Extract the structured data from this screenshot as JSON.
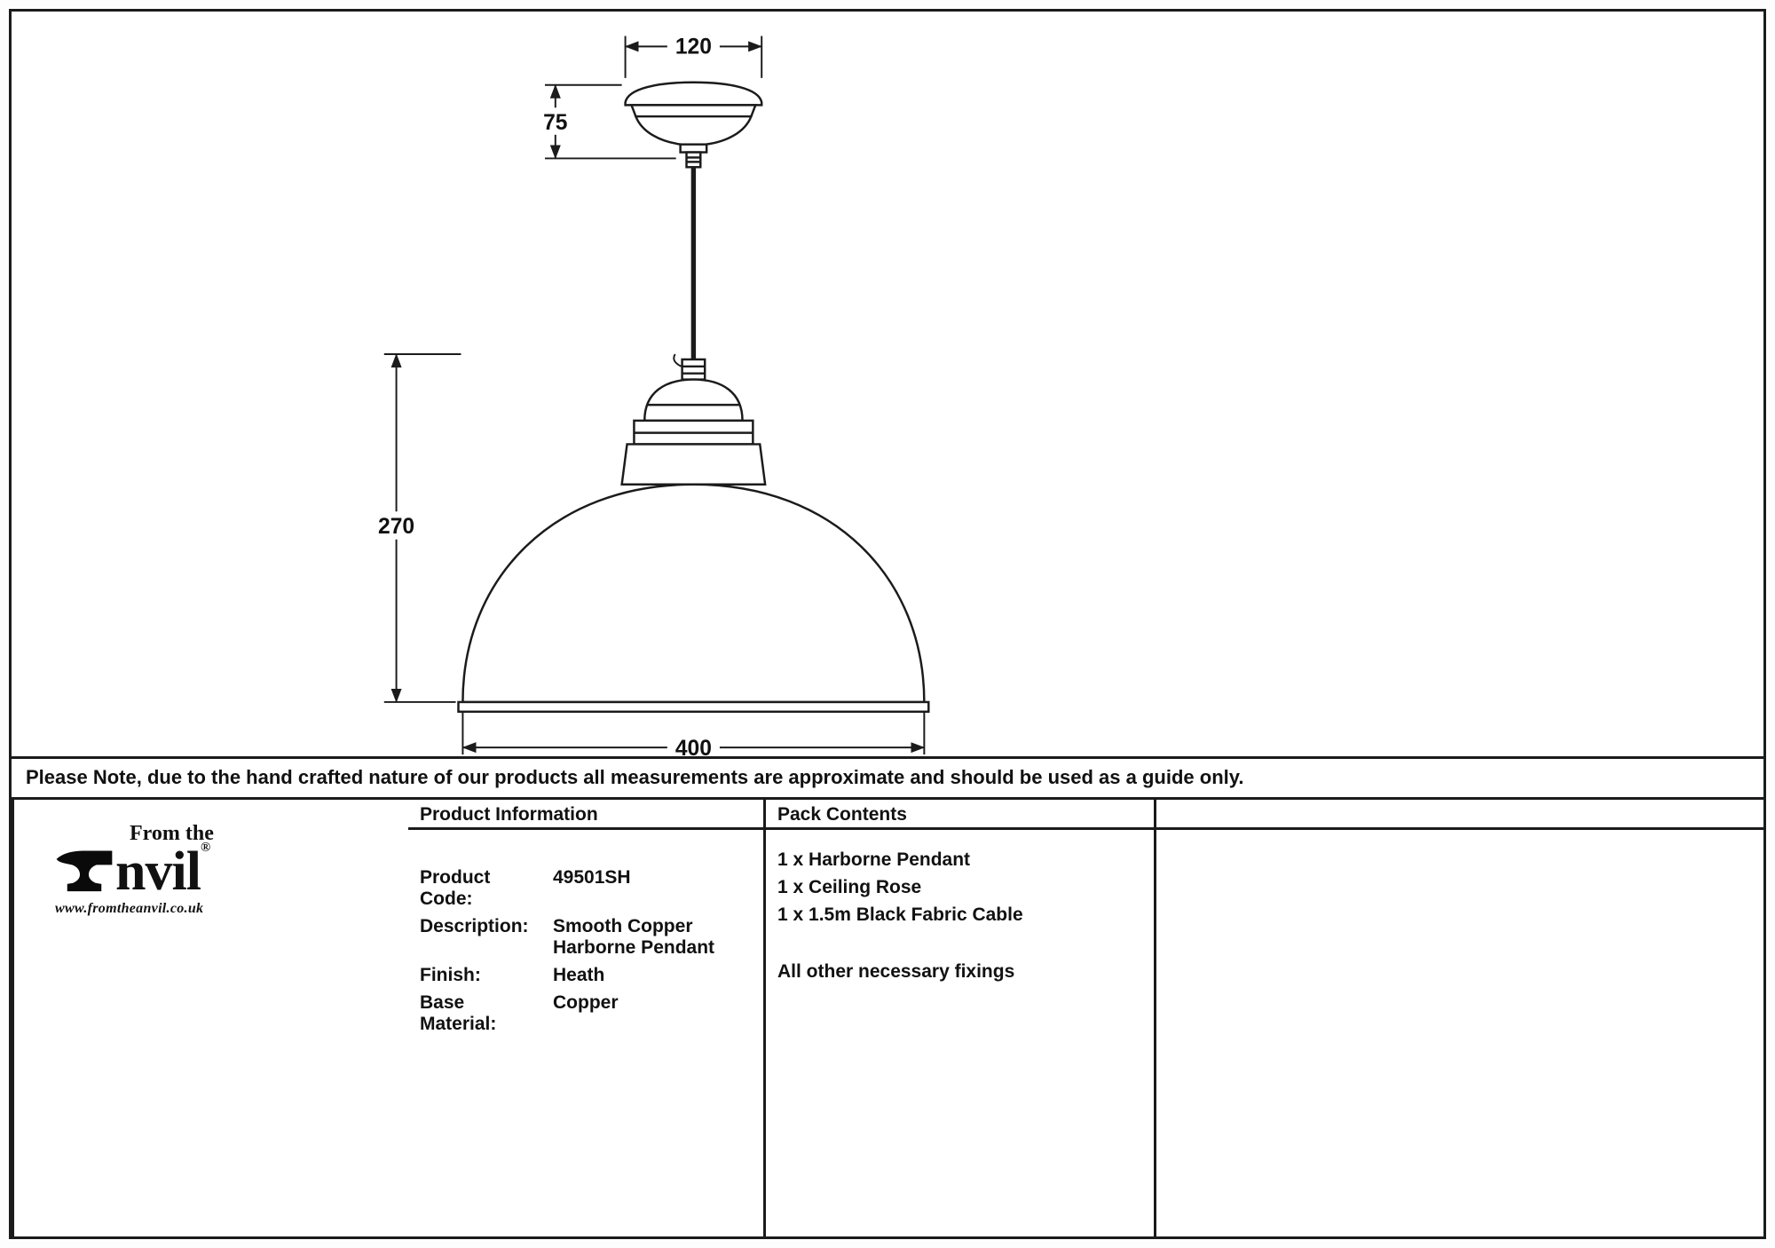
{
  "drawing": {
    "dim_rose_width": "120",
    "dim_rose_height": "75",
    "dim_shade_height": "270",
    "dim_shade_width": "400"
  },
  "note": "Please Note, due to the hand crafted nature of our products all measurements are approximate and should be used as a guide only.",
  "product_info": {
    "header": "Product Information",
    "rows": [
      {
        "label": "Product Code:",
        "value": "49501SH"
      },
      {
        "label": "Description:",
        "value": "Smooth Copper Harborne Pendant"
      },
      {
        "label": "Finish:",
        "value": "Heath"
      },
      {
        "label": "Base Material:",
        "value": "Copper"
      }
    ]
  },
  "pack_contents": {
    "header": "Pack Contents",
    "items": [
      "1 x Harborne Pendant",
      "1 x Ceiling Rose",
      "1 x 1.5m Black Fabric Cable"
    ],
    "footer": "All other necessary fixings"
  },
  "logo": {
    "tagline": "From the",
    "name_rest": "nvil",
    "registered": "®",
    "url": "www.fromtheanvil.co.uk"
  }
}
